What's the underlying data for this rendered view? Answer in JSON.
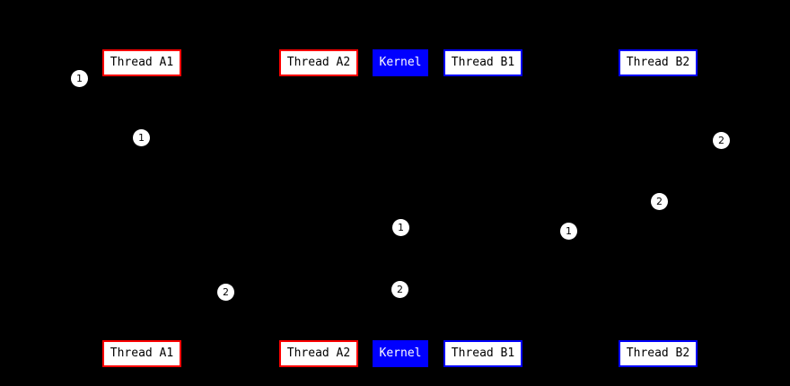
{
  "diagram": {
    "colors": {
      "background": "#000000",
      "red": "#ff0000",
      "blue": "#0000ff",
      "box_bg": "#ffffff",
      "box_text": "#000000",
      "kernel_text": "#ffffff",
      "badge_bg": "#ffffff",
      "badge_text": "#000000"
    },
    "boxes": {
      "top": [
        {
          "label": "Thread A1"
        },
        {
          "label": "Thread A2"
        },
        {
          "label": "Kernel"
        },
        {
          "label": "Thread B1"
        },
        {
          "label": "Thread B2"
        }
      ],
      "bottom": [
        {
          "label": "Thread A1"
        },
        {
          "label": "Thread A2"
        },
        {
          "label": "Kernel"
        },
        {
          "label": "Thread B1"
        },
        {
          "label": "Thread B2"
        }
      ]
    },
    "badges": [
      {
        "label": "1"
      },
      {
        "label": "1"
      },
      {
        "label": "2"
      },
      {
        "label": "2"
      },
      {
        "label": "1"
      },
      {
        "label": "1"
      },
      {
        "label": "2"
      },
      {
        "label": "2"
      }
    ]
  }
}
